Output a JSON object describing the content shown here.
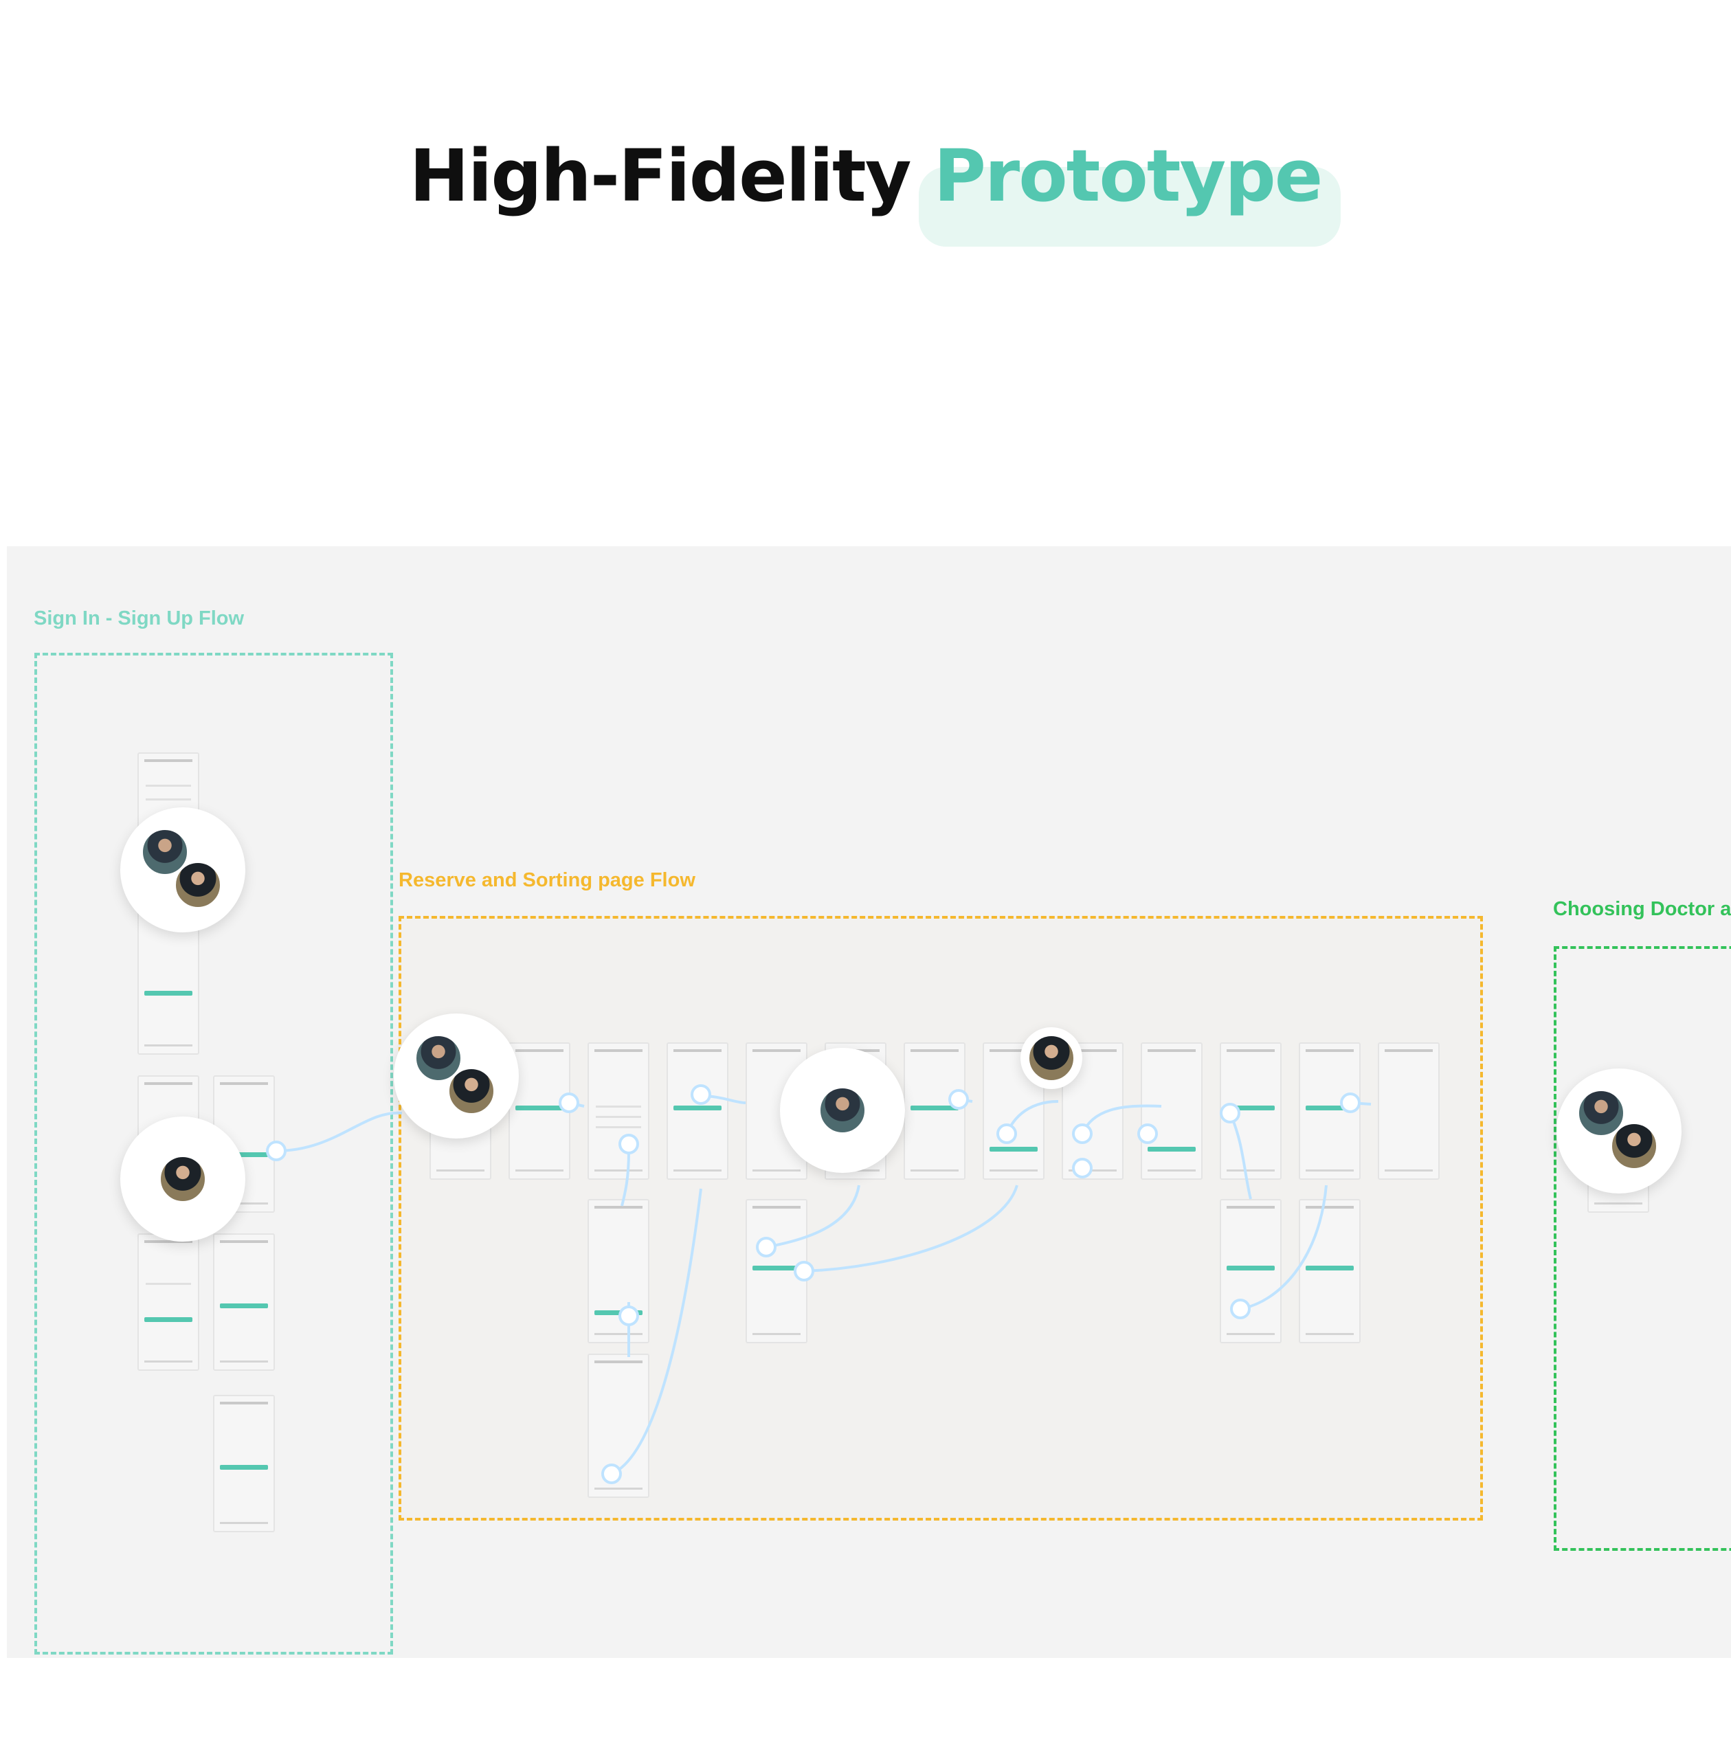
{
  "heading": {
    "part1": "High-Fidelity",
    "part2": "Prototype"
  },
  "colors": {
    "accent": "#54c7b0",
    "signin_flow": "#7fd8c4",
    "reserve_flow": "#f5b82e",
    "doctor_flow": "#33c25a",
    "link": "#bfe3ff",
    "canvas": "#f3f3f3"
  },
  "flows": {
    "signin": {
      "label": "Sign In - Sign Up Flow"
    },
    "reserve": {
      "label": "Reserve and Sorting page Flow"
    },
    "doctor": {
      "label": "Choosing Doctor a"
    }
  },
  "icons": [
    "user-avatar-icon",
    "connector-node-icon",
    "arrow-icon"
  ]
}
